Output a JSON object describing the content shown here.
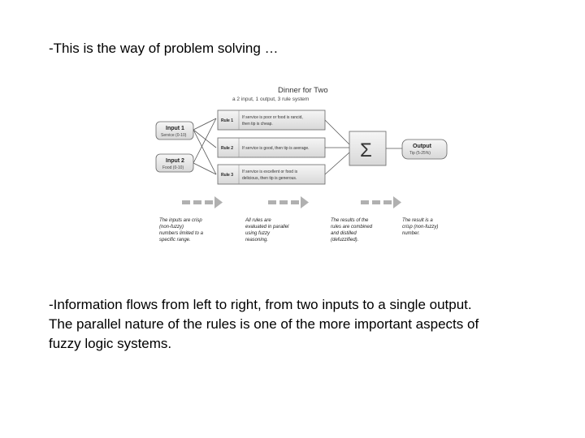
{
  "heading": "-This is the way of problem solving …",
  "diagram": {
    "title": "Dinner for Two",
    "subtitle": "a 2 input, 1 output, 3 rule system",
    "inputs": [
      {
        "label": "Input 1",
        "sub": "Service (0-10)"
      },
      {
        "label": "Input 2",
        "sub": "Food (0-10)"
      }
    ],
    "rules": [
      {
        "label": "Rule 1",
        "line1": "If service is poor or food is rancid,",
        "line2": "then tip is cheap."
      },
      {
        "label": "Rule 2",
        "line1": "If service is good, then tip is average.",
        "line2": ""
      },
      {
        "label": "Rule 3",
        "line1": "If service is excellent or food is",
        "line2": "delicious, then tip is generous."
      }
    ],
    "sigma": "Σ",
    "output": {
      "label": "Output",
      "sub": "Tip (5-25%)"
    },
    "notes": [
      [
        "The inputs are crisp",
        "(non-fuzzy)",
        "numbers limited to a",
        "specific range."
      ],
      [
        "All rules are",
        "evaluated in parallel",
        "using fuzzy",
        "reasoning."
      ],
      [
        "The results of the",
        "rules are combined",
        "and distilled",
        "(defuzzified)."
      ],
      [
        "The result is a",
        "crisp (non-fuzzy)",
        "number."
      ]
    ],
    "colors": {
      "box_fill": "#e8e8e8",
      "box_stroke": "#666666",
      "arrow": "#b0b0b0",
      "line": "#555555"
    }
  },
  "body": {
    "lines": [
      "-Information flows from left to right, from two inputs to a single output.",
      "The parallel nature of the rules is one of the more important aspects of",
      "fuzzy logic systems."
    ]
  }
}
